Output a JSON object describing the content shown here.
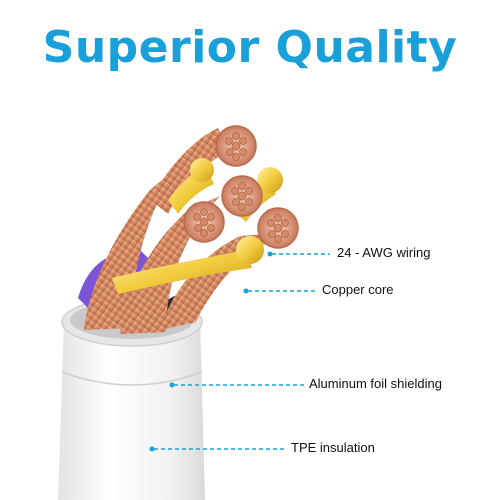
{
  "title": "Superior Quality",
  "callouts": [
    {
      "label": "24 - AWG wiring"
    },
    {
      "label": "Copper core"
    },
    {
      "label": "Aluminum foil shielding"
    },
    {
      "label": "TPE insulation"
    }
  ],
  "colors": {
    "accent": "#1aa0d8",
    "copper": "#d9906a",
    "gold": "#f0c73a",
    "purple": "#7b55d6",
    "jacket": "#f2f2f2"
  }
}
